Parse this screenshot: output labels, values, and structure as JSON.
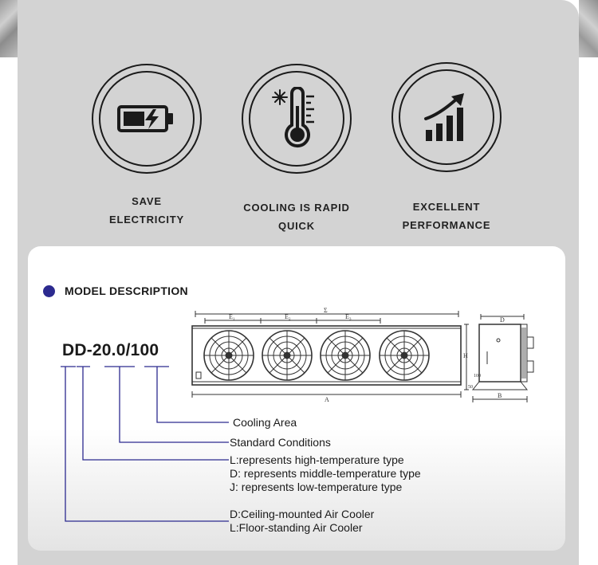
{
  "features": [
    {
      "icon": "battery-charging-icon",
      "label": "SAVE\nELECTRICITY"
    },
    {
      "icon": "thermometer-snowflake-icon",
      "label": "COOLING IS RAPID\nQUICK"
    },
    {
      "icon": "performance-chart-icon",
      "label": "EXCELLENT\nPERFORMANCE"
    }
  ],
  "model": {
    "section_title": "MODEL DESCRIPTION",
    "code": "DD-20.0/100",
    "descriptions": [
      {
        "lines": [
          "Cooling Area"
        ]
      },
      {
        "lines": [
          "Standard Conditions"
        ]
      },
      {
        "lines": [
          "L:represents high-temperature type",
          "D: represents middle-temperature type",
          "J: represents low-temperature type"
        ]
      },
      {
        "lines": [
          "D:Ceiling-mounted Air Cooler",
          "L:Floor-standing Air Cooler"
        ]
      }
    ]
  },
  "drawing": {
    "fan_count": 4,
    "dim_labels": {
      "total": "Σ",
      "e1": "E₁",
      "e2": "E₂",
      "e3": "E₃",
      "length": "A",
      "side_depth": "D",
      "side_height": "H",
      "side_width": "B",
      "side_gap": "100",
      "side_base": "50"
    }
  },
  "colors": {
    "accent": "#2c2a8f",
    "panel": "#d3d3d3",
    "ink": "#1a1a1a"
  }
}
